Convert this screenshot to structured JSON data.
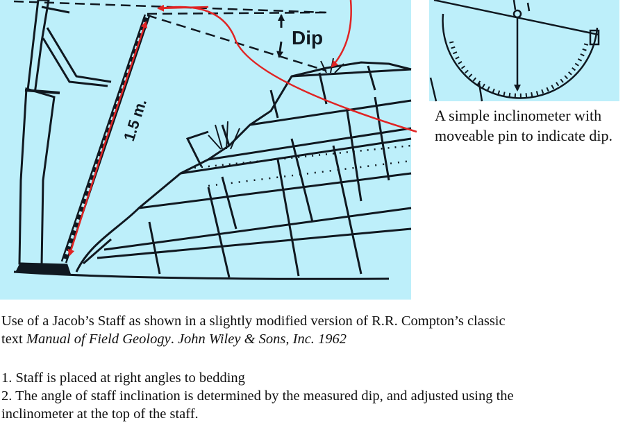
{
  "figure": {
    "dip_label": "Dip",
    "staff_length_label": "1.5 m.",
    "colors": {
      "background": "#bdeffa",
      "ink": "#101820",
      "arrow": "#e02424",
      "page": "#ffffff"
    }
  },
  "inset_caption": "A simple inclinometer with moveable pin to indicate dip.",
  "caption": {
    "line1": "Use of a Jacob’s Staff as shown in a slightly modified version of R.R. Compton’s classic",
    "line2_prefix": "text ",
    "line2_title": "Manual of Field Geology",
    "line2_mid": ". ",
    "line2_publisher": "John Wiley & Sons, Inc. 1962"
  },
  "steps": [
    "1. Staff is placed at right angles to bedding",
    "2. The angle of staff inclination is determined by the measured dip, and adjusted using the",
    " inclinometer at the top of the staff."
  ]
}
